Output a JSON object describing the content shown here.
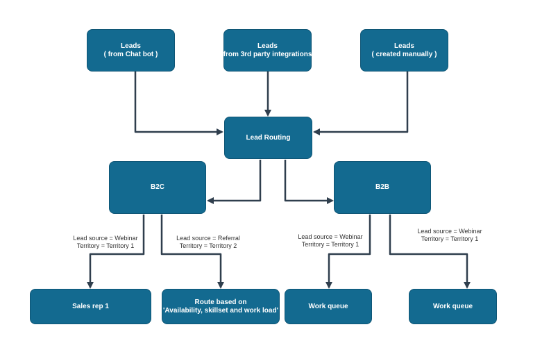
{
  "colors": {
    "node_fill": "#136a90",
    "node_border": "#0e5575",
    "node_text": "#ffffff",
    "edge": "#2f3e4d",
    "label_text": "#333333"
  },
  "nodes": {
    "leads_chatbot": {
      "line1": "Leads",
      "line2": "( from Chat bot )"
    },
    "leads_3rd_party": {
      "line1": "Leads",
      "line2": "( from 3rd party integrations )"
    },
    "leads_manual": {
      "line1": "Leads",
      "line2": "( created manually )"
    },
    "lead_routing": {
      "line1": "Lead Routing"
    },
    "b2c": {
      "line1": "B2C"
    },
    "b2b": {
      "line1": "B2B"
    },
    "sales_rep": {
      "line1": "Sales rep 1"
    },
    "route_based": {
      "line1": "Route based on",
      "line2": "'Availability, skillset and work load'"
    },
    "work_queue_1": {
      "line1": "Work queue"
    },
    "work_queue_2": {
      "line1": "Work queue"
    }
  },
  "edge_labels": {
    "b2c_to_sales": {
      "line1": "Lead source = Webinar",
      "line2": "Territory = Territory 1"
    },
    "b2c_to_route": {
      "line1": "Lead source = Referral",
      "line2": "Territory = Territory 2"
    },
    "b2b_to_wq1": {
      "line1": "Lead source = Webinar",
      "line2": "Territory = Territory 1"
    },
    "b2b_to_wq2": {
      "line1": "Lead source = Webinar",
      "line2": "Territory = Territory 1"
    }
  }
}
